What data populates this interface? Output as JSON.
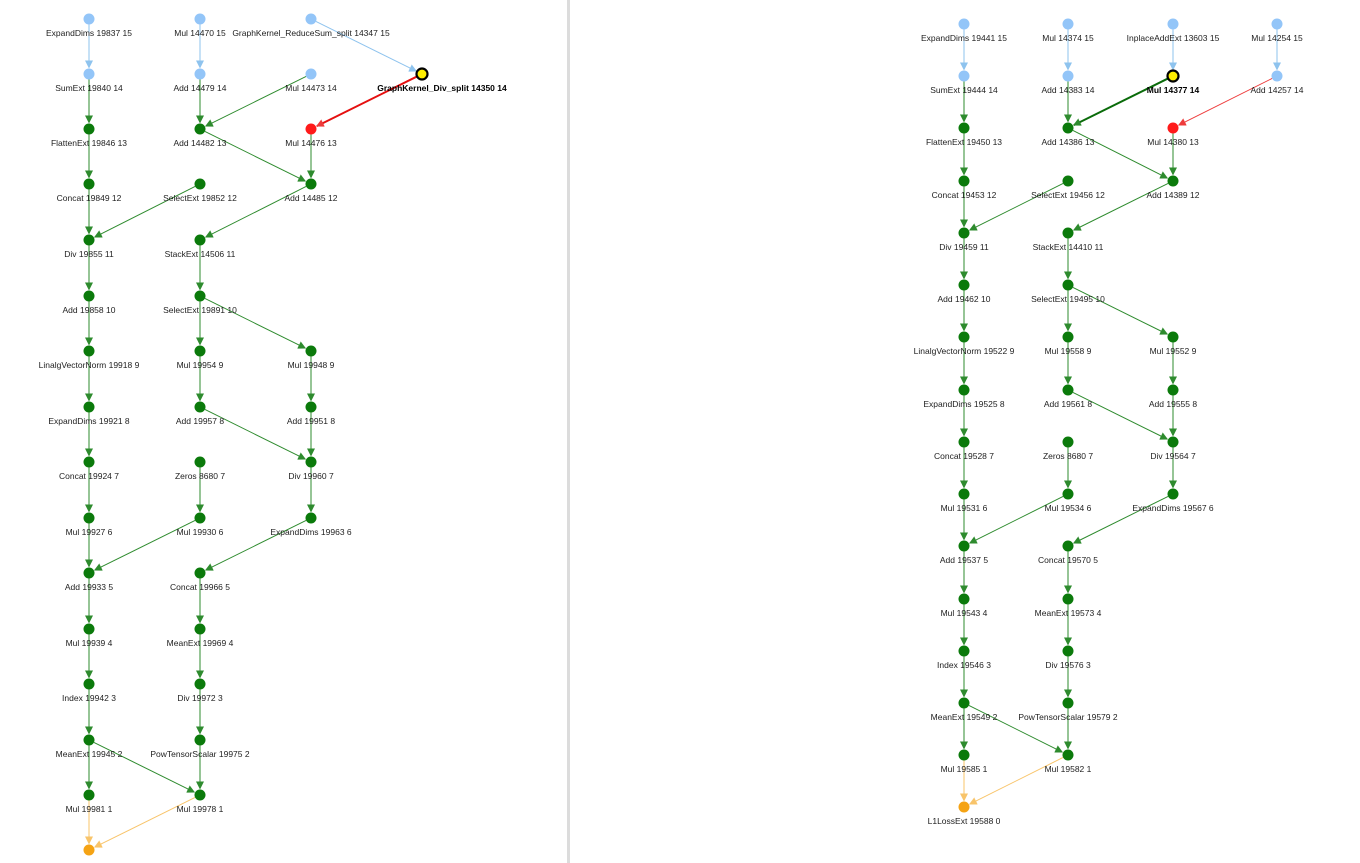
{
  "colors": {
    "green": "#0b7a0b",
    "light_blue": "#93c5f8",
    "red": "#ff1a1a",
    "yellow": "#ffee00",
    "orange": "#f5a314",
    "edge_green": "#2e8b2e",
    "edge_blue": "#8ec3ee",
    "edge_orange": "#f8c46a",
    "edge_red": "#ee3b3b"
  },
  "graphs": [
    {
      "name": "left-graph",
      "nodes": [
        {
          "id": "L1",
          "label": "ExpandDims 19837 15",
          "color": "light_blue"
        },
        {
          "id": "L2",
          "label": "Mul 14470 15",
          "color": "light_blue"
        },
        {
          "id": "L3",
          "label": "GraphKernel_ReduceSum_split 14347 15",
          "color": "light_blue"
        },
        {
          "id": "L4",
          "label": "SumExt 19840 14",
          "color": "light_blue"
        },
        {
          "id": "L5",
          "label": "Add 14479 14",
          "color": "light_blue"
        },
        {
          "id": "L6",
          "label": "Mul 14473 14",
          "color": "light_blue"
        },
        {
          "id": "L7",
          "label": "GraphKernel_Div_split 14350 14",
          "color": "yellow",
          "bold": true
        },
        {
          "id": "L8",
          "label": "FlattenExt 19846 13",
          "color": "green"
        },
        {
          "id": "L9",
          "label": "Add 14482 13",
          "color": "green"
        },
        {
          "id": "L10",
          "label": "Mul 14476 13",
          "color": "red"
        },
        {
          "id": "L11",
          "label": "Concat 19849 12",
          "color": "green"
        },
        {
          "id": "L12",
          "label": "SelectExt 19852 12",
          "color": "green"
        },
        {
          "id": "L13",
          "label": "Add 14485 12",
          "color": "green"
        },
        {
          "id": "L14",
          "label": "Div 19855 11",
          "color": "green"
        },
        {
          "id": "L15",
          "label": "StackExt 14506 11",
          "color": "green"
        },
        {
          "id": "L16",
          "label": "Add 19858 10",
          "color": "green"
        },
        {
          "id": "L17",
          "label": "SelectExt 19891 10",
          "color": "green"
        },
        {
          "id": "L18",
          "label": "LinalgVectorNorm 19918 9",
          "color": "green"
        },
        {
          "id": "L19",
          "label": "Mul 19954 9",
          "color": "green"
        },
        {
          "id": "L20",
          "label": "Mul 19948 9",
          "color": "green"
        },
        {
          "id": "L21",
          "label": "ExpandDims 19921 8",
          "color": "green"
        },
        {
          "id": "L22",
          "label": "Add 19957 8",
          "color": "green"
        },
        {
          "id": "L23",
          "label": "Add 19951 8",
          "color": "green"
        },
        {
          "id": "L24",
          "label": "Concat 19924 7",
          "color": "green"
        },
        {
          "id": "L25",
          "label": "Zeros 8680 7",
          "color": "green"
        },
        {
          "id": "L26",
          "label": "Div 19960 7",
          "color": "green"
        },
        {
          "id": "L27",
          "label": "Mul 19927 6",
          "color": "green"
        },
        {
          "id": "L28",
          "label": "Mul 19930 6",
          "color": "green"
        },
        {
          "id": "L29",
          "label": "ExpandDims 19963 6",
          "color": "green"
        },
        {
          "id": "L30",
          "label": "Add 19933 5",
          "color": "green"
        },
        {
          "id": "L31",
          "label": "Concat 19966 5",
          "color": "green"
        },
        {
          "id": "L32",
          "label": "Mul 19939 4",
          "color": "green"
        },
        {
          "id": "L33",
          "label": "MeanExt 19969 4",
          "color": "green"
        },
        {
          "id": "L34",
          "label": "Index 19942 3",
          "color": "green"
        },
        {
          "id": "L35",
          "label": "Div 19972 3",
          "color": "green"
        },
        {
          "id": "L36",
          "label": "MeanExt 19945 2",
          "color": "green"
        },
        {
          "id": "L37",
          "label": "PowTensorScalar 19975 2",
          "color": "green"
        },
        {
          "id": "L38",
          "label": "Mul 19981 1",
          "color": "green"
        },
        {
          "id": "L39",
          "label": "Mul 19978 1",
          "color": "green"
        },
        {
          "id": "L40",
          "label": "",
          "color": "orange"
        }
      ],
      "edges": [
        {
          "from": "L1",
          "to": "L4",
          "color": "edge_blue"
        },
        {
          "from": "L2",
          "to": "L5",
          "color": "edge_blue"
        },
        {
          "from": "L3",
          "to": "L7",
          "color": "edge_blue"
        },
        {
          "from": "L4",
          "to": "L8",
          "color": "edge_green"
        },
        {
          "from": "L5",
          "to": "L9",
          "color": "edge_green"
        },
        {
          "from": "L6",
          "to": "L9",
          "color": "edge_green"
        },
        {
          "from": "L7",
          "to": "L10",
          "color": "edge_red",
          "heavy": true
        },
        {
          "from": "L8",
          "to": "L11",
          "color": "edge_green"
        },
        {
          "from": "L9",
          "to": "L13",
          "color": "edge_green"
        },
        {
          "from": "L10",
          "to": "L13",
          "color": "edge_green"
        },
        {
          "from": "L11",
          "to": "L14",
          "color": "edge_green"
        },
        {
          "from": "L12",
          "to": "L14",
          "color": "edge_green"
        },
        {
          "from": "L13",
          "to": "L15",
          "color": "edge_green"
        },
        {
          "from": "L14",
          "to": "L16",
          "color": "edge_green"
        },
        {
          "from": "L15",
          "to": "L17",
          "color": "edge_green"
        },
        {
          "from": "L16",
          "to": "L18",
          "color": "edge_green"
        },
        {
          "from": "L17",
          "to": "L19",
          "color": "edge_green"
        },
        {
          "from": "L17",
          "to": "L20",
          "color": "edge_green"
        },
        {
          "from": "L18",
          "to": "L21",
          "color": "edge_green"
        },
        {
          "from": "L19",
          "to": "L22",
          "color": "edge_green"
        },
        {
          "from": "L20",
          "to": "L23",
          "color": "edge_green"
        },
        {
          "from": "L21",
          "to": "L24",
          "color": "edge_green"
        },
        {
          "from": "L22",
          "to": "L26",
          "color": "edge_green"
        },
        {
          "from": "L23",
          "to": "L26",
          "color": "edge_green"
        },
        {
          "from": "L24",
          "to": "L27",
          "color": "edge_green"
        },
        {
          "from": "L25",
          "to": "L28",
          "color": "edge_green"
        },
        {
          "from": "L26",
          "to": "L29",
          "color": "edge_green"
        },
        {
          "from": "L27",
          "to": "L30",
          "color": "edge_green"
        },
        {
          "from": "L28",
          "to": "L30",
          "color": "edge_green"
        },
        {
          "from": "L29",
          "to": "L31",
          "color": "edge_green"
        },
        {
          "from": "L30",
          "to": "L32",
          "color": "edge_green"
        },
        {
          "from": "L31",
          "to": "L33",
          "color": "edge_green"
        },
        {
          "from": "L32",
          "to": "L34",
          "color": "edge_green"
        },
        {
          "from": "L33",
          "to": "L35",
          "color": "edge_green"
        },
        {
          "from": "L34",
          "to": "L36",
          "color": "edge_green"
        },
        {
          "from": "L35",
          "to": "L37",
          "color": "edge_green"
        },
        {
          "from": "L36",
          "to": "L38",
          "color": "edge_green"
        },
        {
          "from": "L36",
          "to": "L39",
          "color": "edge_green"
        },
        {
          "from": "L37",
          "to": "L39",
          "color": "edge_green"
        },
        {
          "from": "L38",
          "to": "L40",
          "color": "edge_orange"
        },
        {
          "from": "L39",
          "to": "L40",
          "color": "edge_orange"
        }
      ]
    },
    {
      "name": "right-graph",
      "nodes": [
        {
          "id": "R1",
          "label": "ExpandDims 19441 15",
          "color": "light_blue"
        },
        {
          "id": "R2",
          "label": "Mul 14374 15",
          "color": "light_blue"
        },
        {
          "id": "R3",
          "label": "InplaceAddExt 13603 15",
          "color": "light_blue"
        },
        {
          "id": "R4",
          "label": "Mul 14254 15",
          "color": "light_blue"
        },
        {
          "id": "R5",
          "label": "SumExt 19444 14",
          "color": "light_blue"
        },
        {
          "id": "R6",
          "label": "Add 14383 14",
          "color": "light_blue"
        },
        {
          "id": "R7",
          "label": "Mul 14377 14",
          "color": "yellow",
          "bold": true
        },
        {
          "id": "R8",
          "label": "Add 14257 14",
          "color": "light_blue"
        },
        {
          "id": "R9",
          "label": "FlattenExt 19450 13",
          "color": "green"
        },
        {
          "id": "R10",
          "label": "Add 14386 13",
          "color": "green"
        },
        {
          "id": "R11",
          "label": "Mul 14380 13",
          "color": "red"
        },
        {
          "id": "R12",
          "label": "Concat 19453 12",
          "color": "green"
        },
        {
          "id": "R13",
          "label": "SelectExt 19456 12",
          "color": "green"
        },
        {
          "id": "R14",
          "label": "Add 14389 12",
          "color": "green"
        },
        {
          "id": "R15",
          "label": "Div 19459 11",
          "color": "green"
        },
        {
          "id": "R16",
          "label": "StackExt 14410 11",
          "color": "green"
        },
        {
          "id": "R17",
          "label": "Add 19462 10",
          "color": "green"
        },
        {
          "id": "R18",
          "label": "SelectExt 19495 10",
          "color": "green"
        },
        {
          "id": "R19",
          "label": "LinalgVectorNorm 19522 9",
          "color": "green"
        },
        {
          "id": "R20",
          "label": "Mul 19558 9",
          "color": "green"
        },
        {
          "id": "R21",
          "label": "Mul 19552 9",
          "color": "green"
        },
        {
          "id": "R22",
          "label": "ExpandDims 19525 8",
          "color": "green"
        },
        {
          "id": "R23",
          "label": "Add 19561 8",
          "color": "green"
        },
        {
          "id": "R24",
          "label": "Add 19555 8",
          "color": "green"
        },
        {
          "id": "R25",
          "label": "Concat 19528 7",
          "color": "green"
        },
        {
          "id": "R26",
          "label": "Zeros 8680 7",
          "color": "green"
        },
        {
          "id": "R27",
          "label": "Div 19564 7",
          "color": "green"
        },
        {
          "id": "R28",
          "label": "Mul 19531 6",
          "color": "green"
        },
        {
          "id": "R29",
          "label": "Mul 19534 6",
          "color": "green"
        },
        {
          "id": "R30",
          "label": "ExpandDims 19567 6",
          "color": "green"
        },
        {
          "id": "R31",
          "label": "Add 19537 5",
          "color": "green"
        },
        {
          "id": "R32",
          "label": "Concat 19570 5",
          "color": "green"
        },
        {
          "id": "R33",
          "label": "Mul 19543 4",
          "color": "green"
        },
        {
          "id": "R34",
          "label": "MeanExt 19573 4",
          "color": "green"
        },
        {
          "id": "R35",
          "label": "Index 19546 3",
          "color": "green"
        },
        {
          "id": "R36",
          "label": "Div 19576 3",
          "color": "green"
        },
        {
          "id": "R37",
          "label": "MeanExt 19549 2",
          "color": "green"
        },
        {
          "id": "R38",
          "label": "PowTensorScalar 19579 2",
          "color": "green"
        },
        {
          "id": "R39",
          "label": "Mul 19585 1",
          "color": "green"
        },
        {
          "id": "R40",
          "label": "Mul 19582 1",
          "color": "green"
        },
        {
          "id": "R41",
          "label": "L1LossExt 19588 0",
          "color": "orange"
        }
      ],
      "edges": [
        {
          "from": "R1",
          "to": "R5",
          "color": "edge_blue"
        },
        {
          "from": "R2",
          "to": "R6",
          "color": "edge_blue"
        },
        {
          "from": "R3",
          "to": "R7",
          "color": "edge_blue"
        },
        {
          "from": "R4",
          "to": "R8",
          "color": "edge_blue"
        },
        {
          "from": "R5",
          "to": "R9",
          "color": "edge_green"
        },
        {
          "from": "R6",
          "to": "R10",
          "color": "edge_green"
        },
        {
          "from": "R7",
          "to": "R10",
          "color": "edge_green",
          "heavy": true
        },
        {
          "from": "R8",
          "to": "R11",
          "color": "edge_red"
        },
        {
          "from": "R9",
          "to": "R12",
          "color": "edge_green"
        },
        {
          "from": "R10",
          "to": "R14",
          "color": "edge_green"
        },
        {
          "from": "R11",
          "to": "R14",
          "color": "edge_green"
        },
        {
          "from": "R12",
          "to": "R15",
          "color": "edge_green"
        },
        {
          "from": "R13",
          "to": "R15",
          "color": "edge_green"
        },
        {
          "from": "R14",
          "to": "R16",
          "color": "edge_green"
        },
        {
          "from": "R15",
          "to": "R17",
          "color": "edge_green"
        },
        {
          "from": "R16",
          "to": "R18",
          "color": "edge_green"
        },
        {
          "from": "R17",
          "to": "R19",
          "color": "edge_green"
        },
        {
          "from": "R18",
          "to": "R20",
          "color": "edge_green"
        },
        {
          "from": "R18",
          "to": "R21",
          "color": "edge_green"
        },
        {
          "from": "R19",
          "to": "R22",
          "color": "edge_green"
        },
        {
          "from": "R20",
          "to": "R23",
          "color": "edge_green"
        },
        {
          "from": "R21",
          "to": "R24",
          "color": "edge_green"
        },
        {
          "from": "R22",
          "to": "R25",
          "color": "edge_green"
        },
        {
          "from": "R23",
          "to": "R27",
          "color": "edge_green"
        },
        {
          "from": "R24",
          "to": "R27",
          "color": "edge_green"
        },
        {
          "from": "R25",
          "to": "R28",
          "color": "edge_green"
        },
        {
          "from": "R26",
          "to": "R29",
          "color": "edge_green"
        },
        {
          "from": "R27",
          "to": "R30",
          "color": "edge_green"
        },
        {
          "from": "R28",
          "to": "R31",
          "color": "edge_green"
        },
        {
          "from": "R29",
          "to": "R31",
          "color": "edge_green"
        },
        {
          "from": "R30",
          "to": "R32",
          "color": "edge_green"
        },
        {
          "from": "R31",
          "to": "R33",
          "color": "edge_green"
        },
        {
          "from": "R32",
          "to": "R34",
          "color": "edge_green"
        },
        {
          "from": "R33",
          "to": "R35",
          "color": "edge_green"
        },
        {
          "from": "R34",
          "to": "R36",
          "color": "edge_green"
        },
        {
          "from": "R35",
          "to": "R37",
          "color": "edge_green"
        },
        {
          "from": "R36",
          "to": "R38",
          "color": "edge_green"
        },
        {
          "from": "R37",
          "to": "R39",
          "color": "edge_green"
        },
        {
          "from": "R37",
          "to": "R40",
          "color": "edge_green"
        },
        {
          "from": "R38",
          "to": "R40",
          "color": "edge_green"
        },
        {
          "from": "R39",
          "to": "R41",
          "color": "edge_orange"
        },
        {
          "from": "R40",
          "to": "R41",
          "color": "edge_orange"
        }
      ]
    }
  ]
}
